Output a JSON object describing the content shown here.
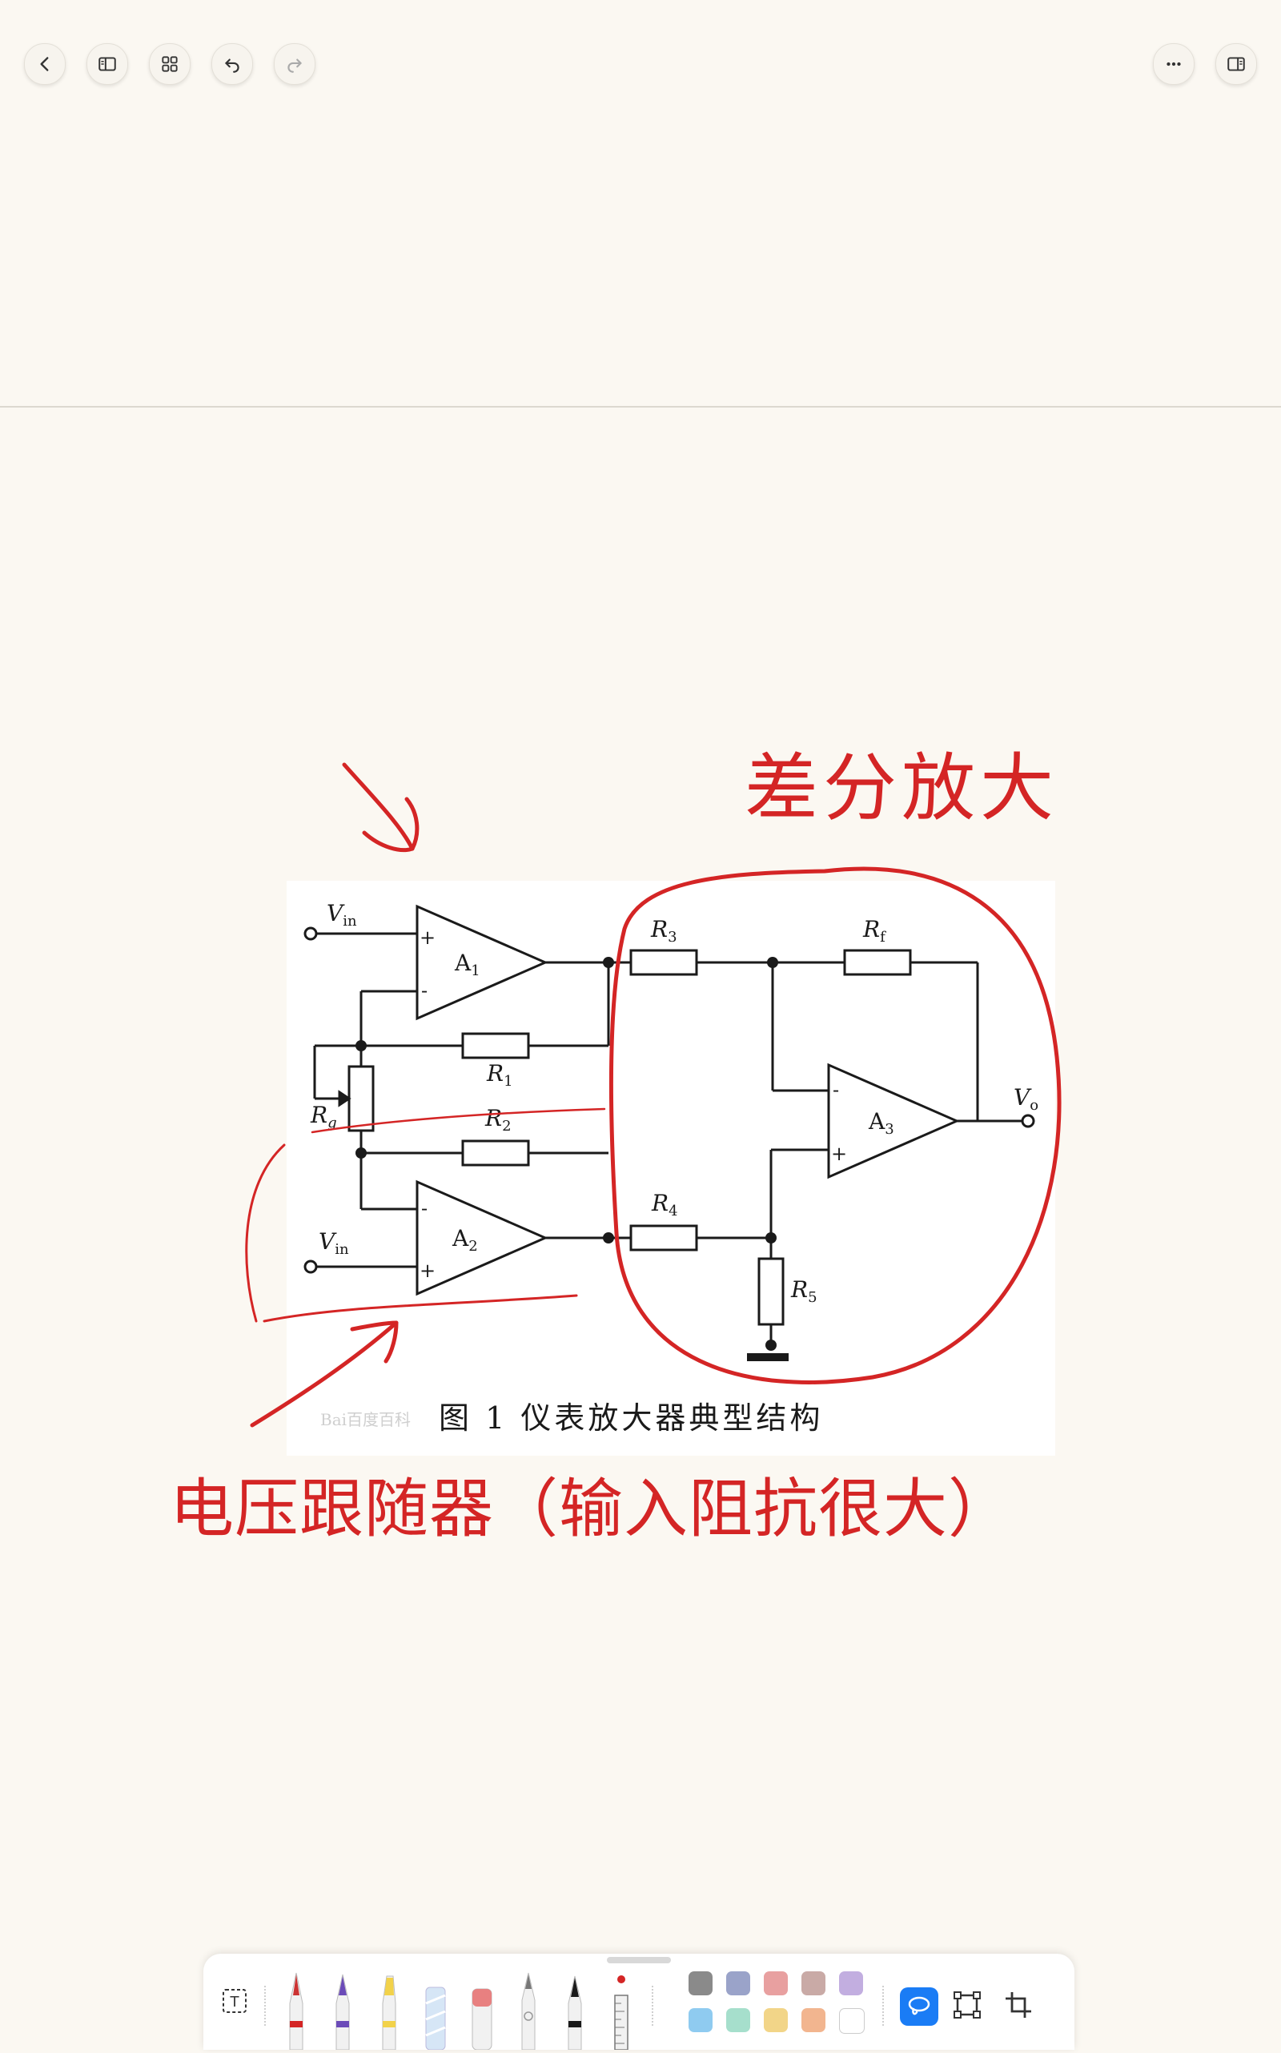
{
  "toolbar_top": {
    "back": "chevron-left-icon",
    "sidebar": "sidebar-icon",
    "grid": "grid-icon",
    "undo": "undo-icon",
    "redo": "redo-icon",
    "more": "more-icon",
    "panel": "panel-icon"
  },
  "diagram": {
    "input_top": "V",
    "input_top_sub": "in",
    "input_bottom": "V",
    "input_bottom_sub": "in",
    "op1": "A",
    "op1_sub": "1",
    "op2": "A",
    "op2_sub": "2",
    "op3": "A",
    "op3_sub": "3",
    "rg": "R",
    "rg_sub": "g",
    "r1": "R",
    "r1_sub": "1",
    "r2": "R",
    "r2_sub": "2",
    "r3": "R",
    "r3_sub": "3",
    "r4": "R",
    "r4_sub": "4",
    "r5": "R",
    "r5_sub": "5",
    "rf": "R",
    "rf_sub": "f",
    "output": "V",
    "output_sub": "o",
    "plus": "+",
    "minus": "-",
    "caption": "图 1   仪表放大器典型结构",
    "watermark": "Bai百度百科"
  },
  "annotations": {
    "top": "差分放大",
    "bottom": "电压跟随器（输入阻抗很大）"
  },
  "colors": {
    "ink": "#d42525",
    "background": "#fbf8f2",
    "accent": "#1a7cf5"
  },
  "bottom_toolbar": {
    "text_tool": "T",
    "tools": [
      "fountain-pen-icon",
      "marker-purple-icon",
      "highlighter-yellow-icon",
      "washi-tape-icon",
      "eraser-icon",
      "pencil-icon",
      "brush-pen-icon",
      "ruler-pen-icon"
    ],
    "swatches_row1": [
      "#8a8a8a",
      "#9aa3c9",
      "#e8a0a0",
      "#c9aaa6",
      "#c2aee0"
    ],
    "swatches_row2": [
      "#8fcbf0",
      "#a6dfcc",
      "#f2d588",
      "#f2b58f",
      "#ffffff"
    ],
    "lasso": "lasso-icon",
    "select": "selection-icon",
    "crop": "crop-icon"
  }
}
